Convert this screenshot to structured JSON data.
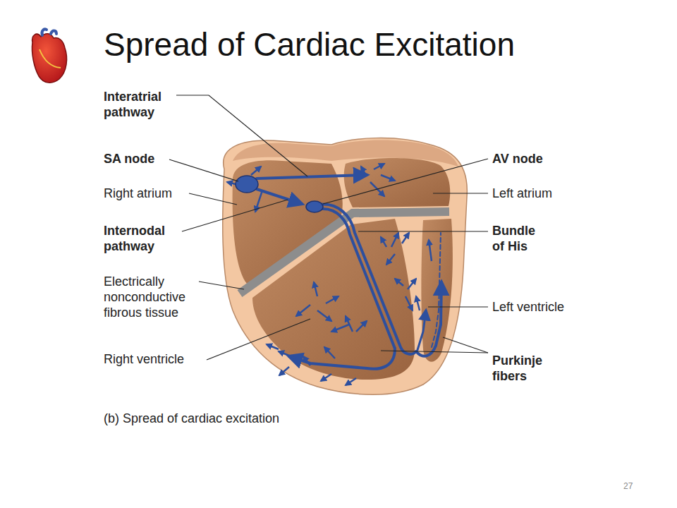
{
  "diagram": {
    "title": "Spread of Cardiac Excitation",
    "caption": "(b) Spread of cardiac excitation",
    "labels": [
      "Interatrial pathway",
      "SA node",
      "Right atrium",
      "Internodal pathway",
      "Electrically nonconductive fibrous tissue",
      "Right ventricle",
      "AV node",
      "Left atrium",
      "Bundle of His",
      "Left ventricle",
      "Purkinje fibers",
      "27"
    ]
  }
}
